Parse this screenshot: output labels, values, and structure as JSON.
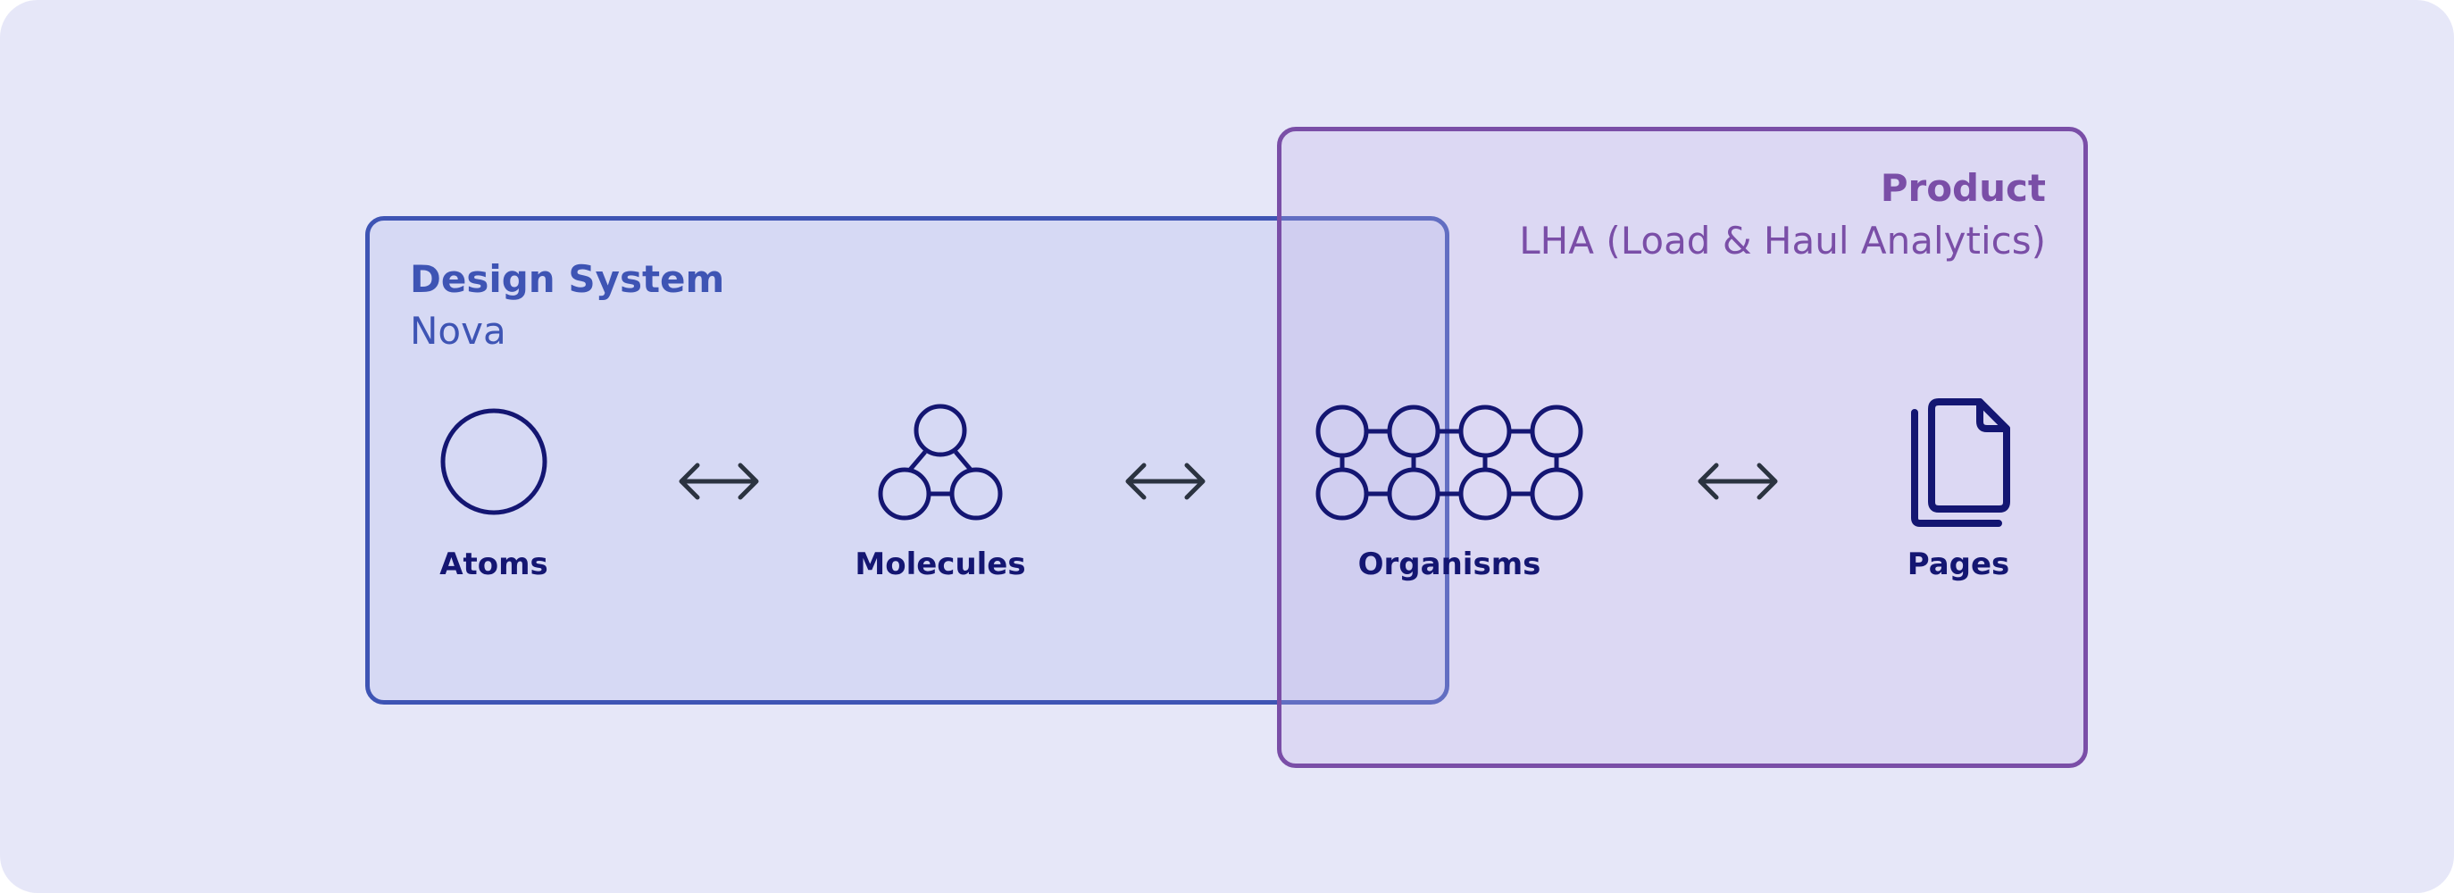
{
  "colors": {
    "background": "#e6e7f8",
    "design_system": "#3e54b4",
    "product": "#7a4ea7",
    "icon": "#141672",
    "arrow": "#2b3340"
  },
  "design_system": {
    "title": "Design System",
    "subtitle": "Nova"
  },
  "product": {
    "title": "Product",
    "subtitle": "LHA (Load & Haul Analytics)"
  },
  "nodes": [
    {
      "label": "Atoms",
      "icon": "circle-icon"
    },
    {
      "label": "Molecules",
      "icon": "molecule-icon"
    },
    {
      "label": "Organisms",
      "icon": "organism-grid-icon"
    },
    {
      "label": "Pages",
      "icon": "pages-icon"
    }
  ],
  "connectors": [
    "bidirectional-arrow",
    "bidirectional-arrow",
    "bidirectional-arrow"
  ]
}
